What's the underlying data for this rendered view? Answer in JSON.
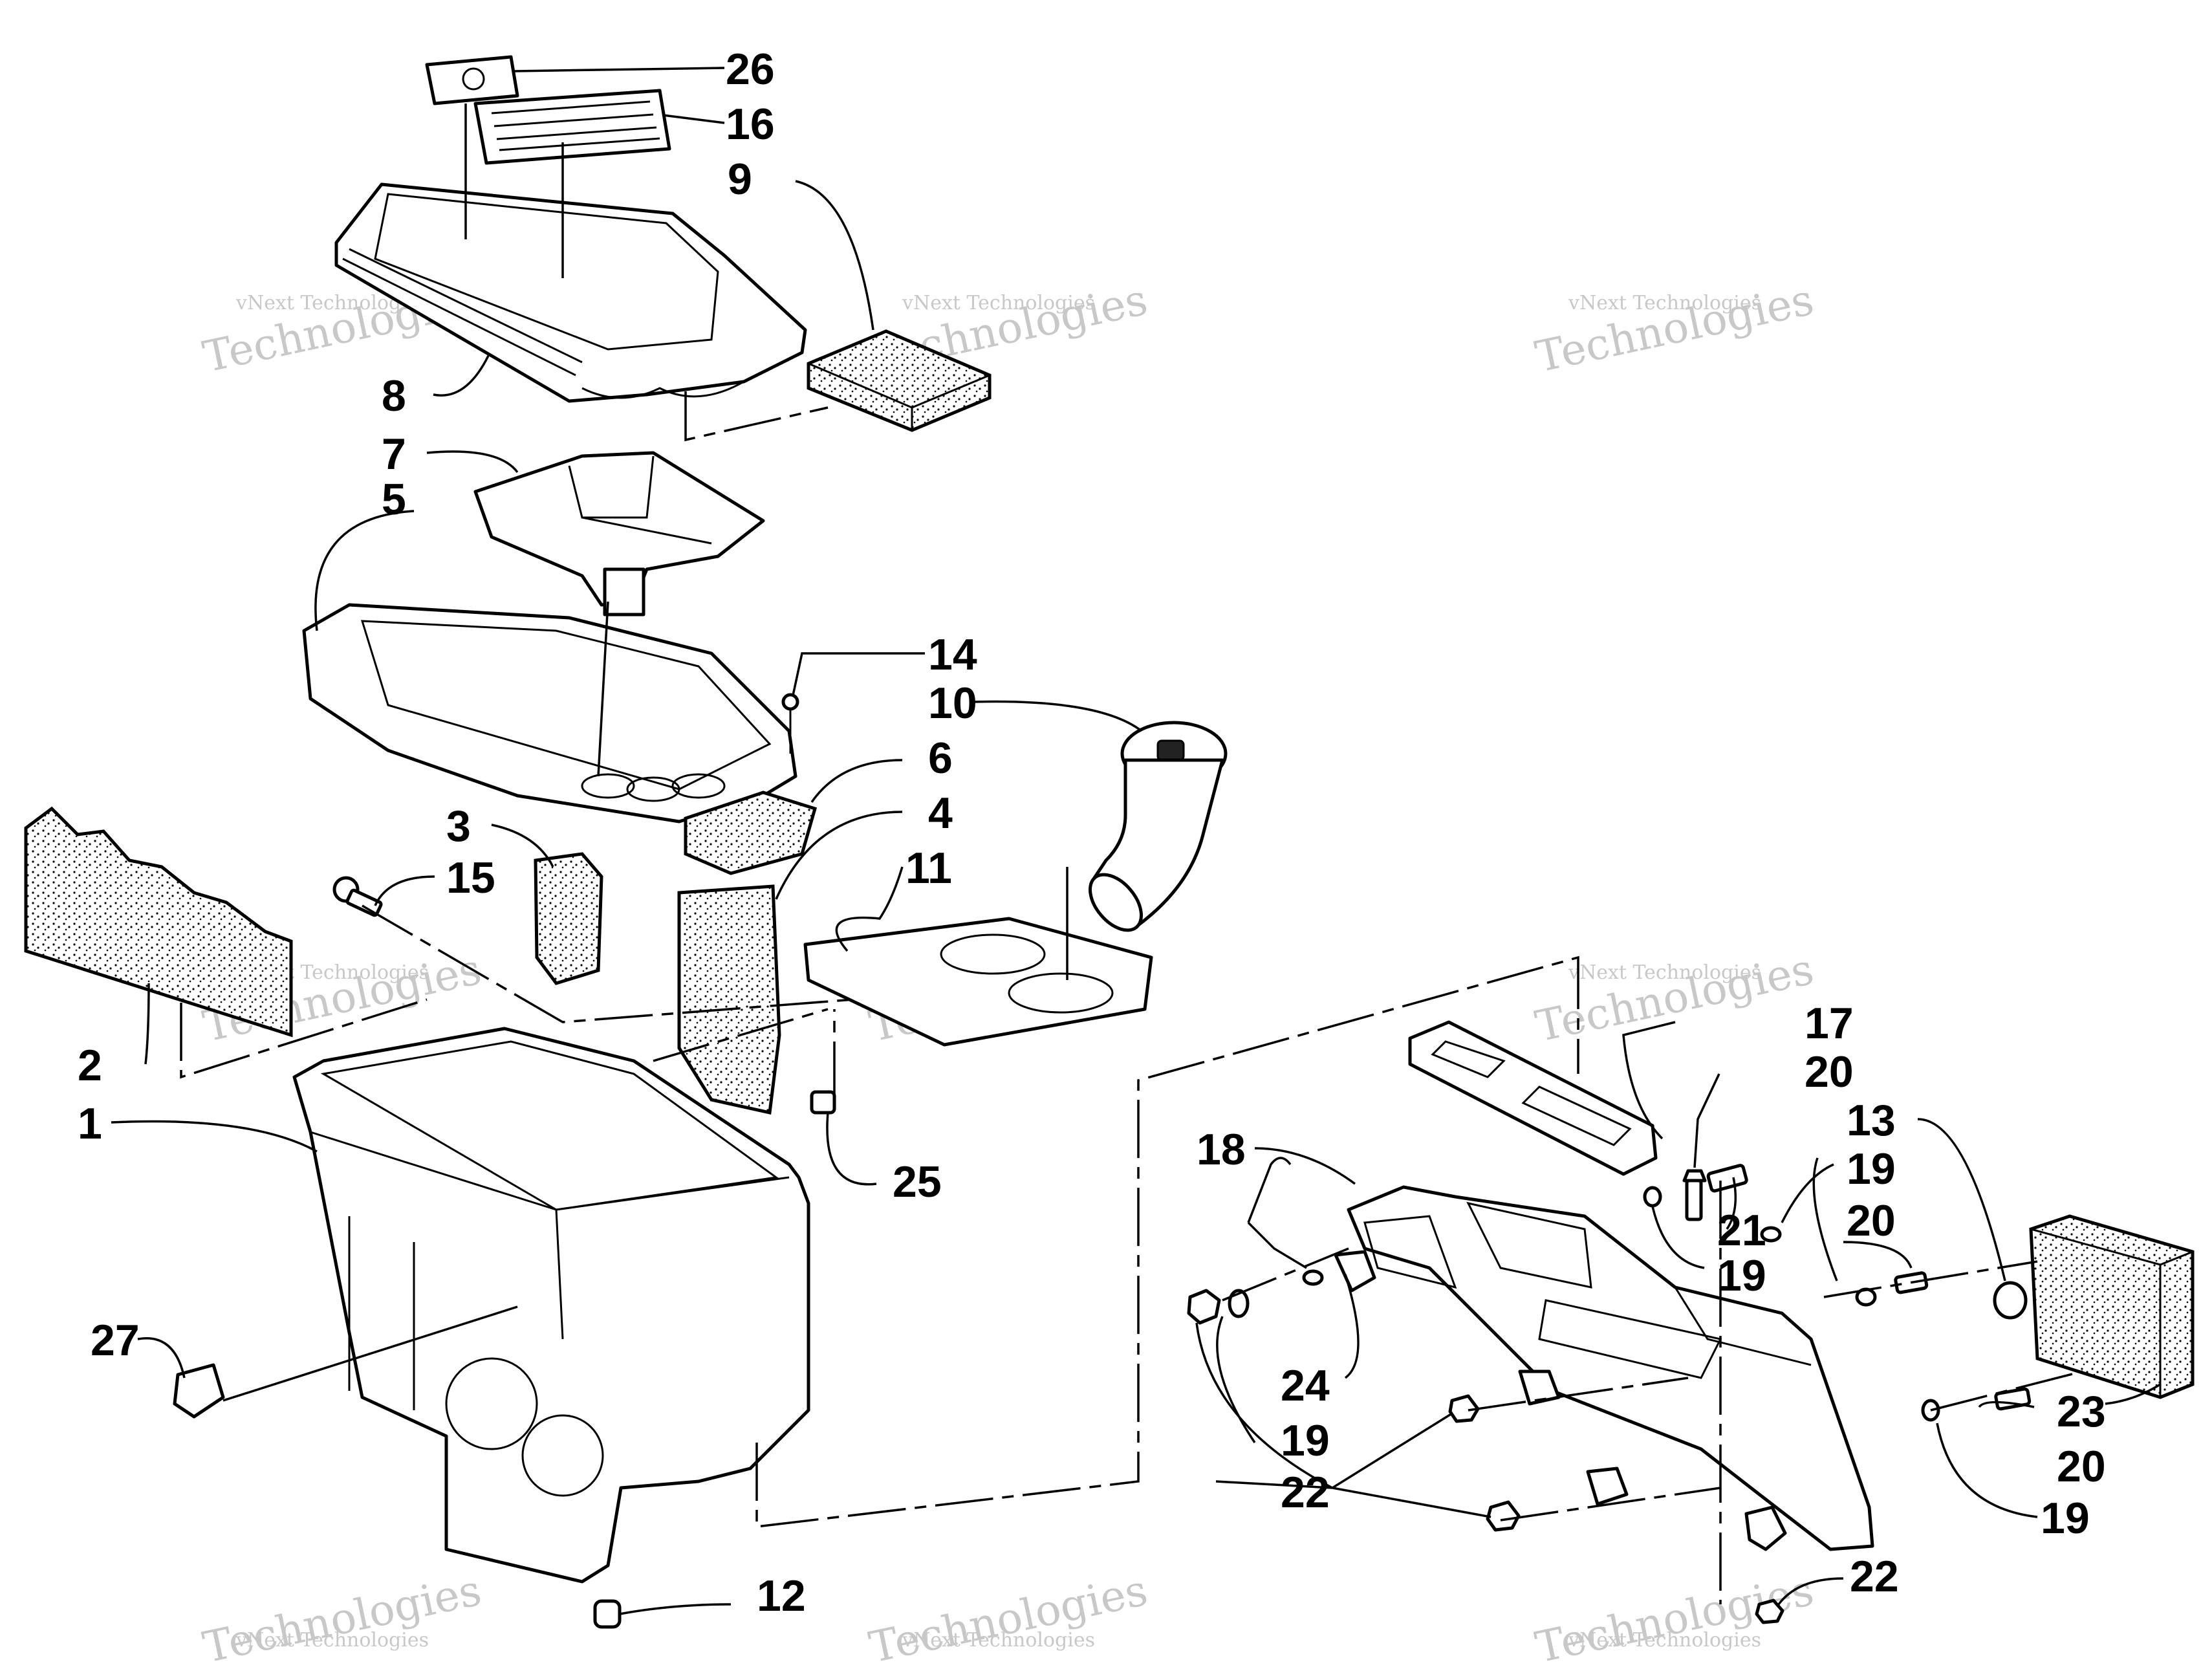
{
  "watermark": {
    "line1": "vNext Technologies",
    "line2": "Technologies"
  },
  "callouts": {
    "n1": "1",
    "n2": "2",
    "n3": "3",
    "n4": "4",
    "n5": "5",
    "n6": "6",
    "n7": "7",
    "n8": "8",
    "n9": "9",
    "n10": "10",
    "n11": "11",
    "n12": "12",
    "n13": "13",
    "n14": "14",
    "n15": "15",
    "n16": "16",
    "n17": "17",
    "n18": "18",
    "n19": "19",
    "n20": "20",
    "n21": "21",
    "n22": "22",
    "n23": "23",
    "n24": "24",
    "n25": "25",
    "n26": "26",
    "n27": "27"
  },
  "colors": {
    "line": "#000000",
    "background": "#ffffff",
    "watermark": "#c8c8c8"
  }
}
